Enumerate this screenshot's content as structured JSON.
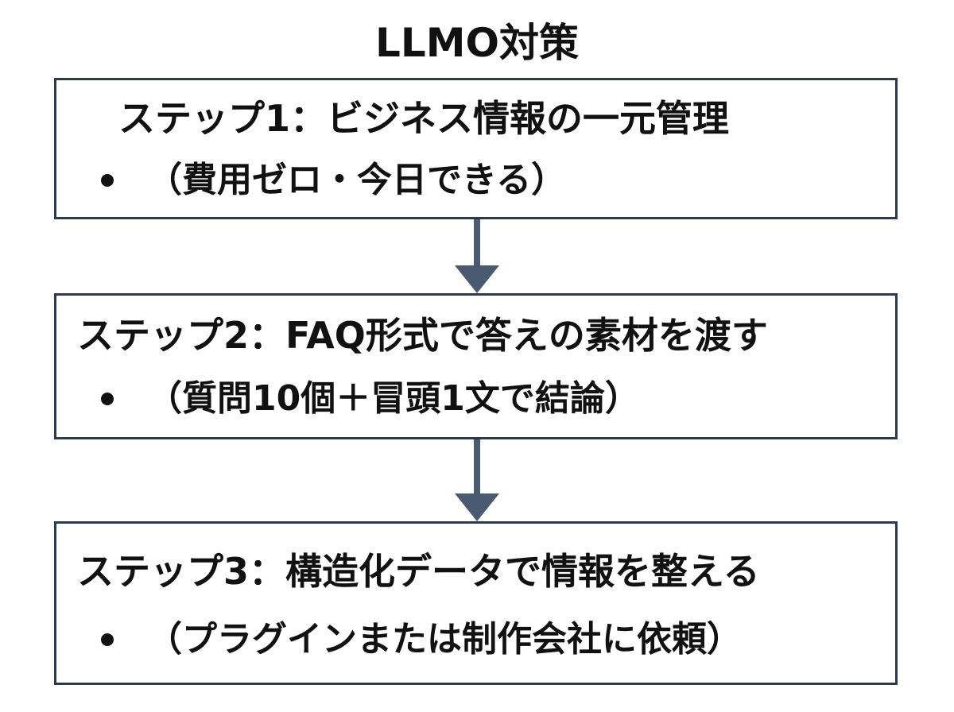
{
  "title": "LLMO対策",
  "steps": [
    {
      "heading": "ステップ1：ビジネス情報の一元管理",
      "detail": "（費用ゼロ・今日できる）"
    },
    {
      "heading": "ステップ2：FAQ形式で答えの素材を渡す",
      "detail": "（質問10個＋冒頭1文で結論）"
    },
    {
      "heading": "ステップ3：構造化データで情報を整える",
      "detail": "（プラグインまたは制作会社に依頼）"
    }
  ],
  "colors": {
    "border": "#2e3a4b",
    "arrow": "#4a5a70",
    "text": "#111111"
  }
}
